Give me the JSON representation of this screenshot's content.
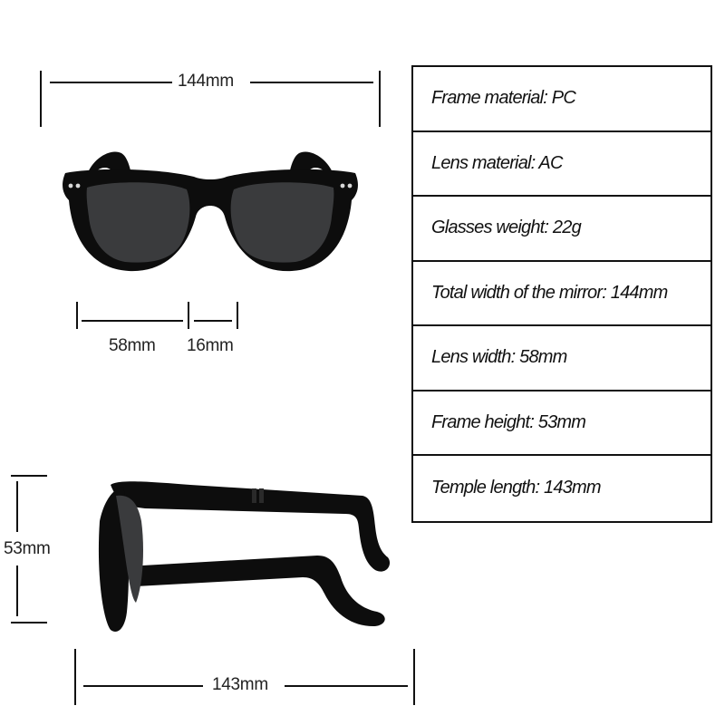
{
  "dimensions": {
    "total_width": "144mm",
    "lens_width": "58mm",
    "bridge_width": "16mm",
    "frame_height": "53mm",
    "temple_length": "143mm"
  },
  "specs": [
    "Frame material: PC",
    "Lens material: AC",
    "Glasses weight: 22g",
    "Total width of the mirror: 144mm",
    "Lens width: 58mm",
    "Frame height: 53mm",
    "Temple length: 143mm"
  ],
  "colors": {
    "frame": "#0d0d0d",
    "lens": "#3a3b3d",
    "rivet": "#d8d8d8"
  }
}
